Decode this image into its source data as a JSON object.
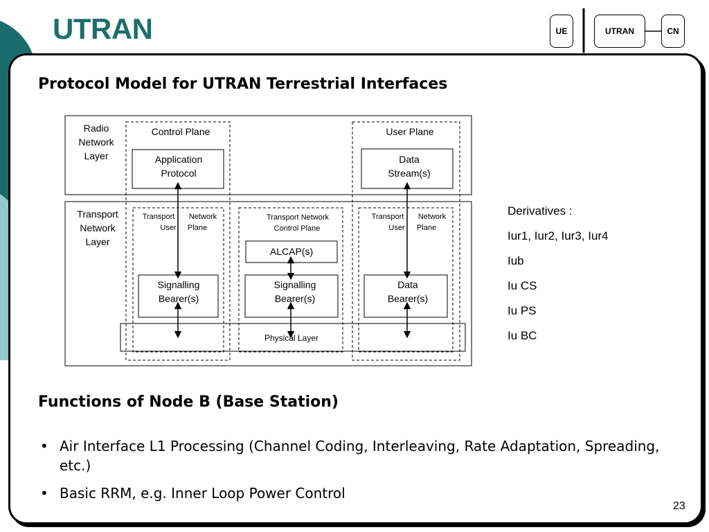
{
  "title": "UTRAN",
  "nav": {
    "ue": "UE",
    "utran": "UTRAN",
    "cn": "CN",
    "indicator_color": "#d6206f"
  },
  "section1": {
    "heading": "Protocol Model for UTRAN Terrestrial Interfaces"
  },
  "diagram": {
    "radio_network_layer": [
      "Radio",
      "Network",
      "Layer"
    ],
    "transport_network_layer": [
      "Transport",
      "Network",
      "Layer"
    ],
    "control_plane": "Control Plane",
    "user_plane": "User Plane",
    "application_protocol": [
      "Application",
      "Protocol"
    ],
    "data_streams": [
      "Data",
      "Stream(s)"
    ],
    "tn_user_plane_left": [
      "Transport",
      "Network",
      "User",
      "Plane"
    ],
    "tn_control_plane": [
      "Transport Network",
      "Control Plane"
    ],
    "tn_user_plane_right": [
      "Transport",
      "Network",
      "User",
      "Plane"
    ],
    "alcap": "ALCAP(s)",
    "signalling_bearer_left": [
      "Signalling",
      "Bearer(s)"
    ],
    "signalling_bearer_mid": [
      "Signalling",
      "Bearer(s)"
    ],
    "data_bearer": [
      "Data",
      "Bearer(s)"
    ],
    "physical_layer": "Physical Layer"
  },
  "derivatives": {
    "label": "Derivatives :",
    "items": [
      "Iur1, Iur2, Iur3, Iur4",
      "Iub",
      "Iu CS",
      "Iu PS",
      "Iu BC"
    ]
  },
  "section2": {
    "heading": "Functions of Node B (Base Station)",
    "bullets": [
      "Air Interface L1 Processing (Channel Coding, Interleaving, Rate Adaptation, Spreading, etc.)",
      "Basic RRM, e.g. Inner Loop Power Control"
    ],
    "bullet_glyph": "•"
  },
  "page_number": "23",
  "colors": {
    "title": "#1d6e6e",
    "deco_dark": "#1a6b6b",
    "deco_light": "#8fc9c9"
  }
}
